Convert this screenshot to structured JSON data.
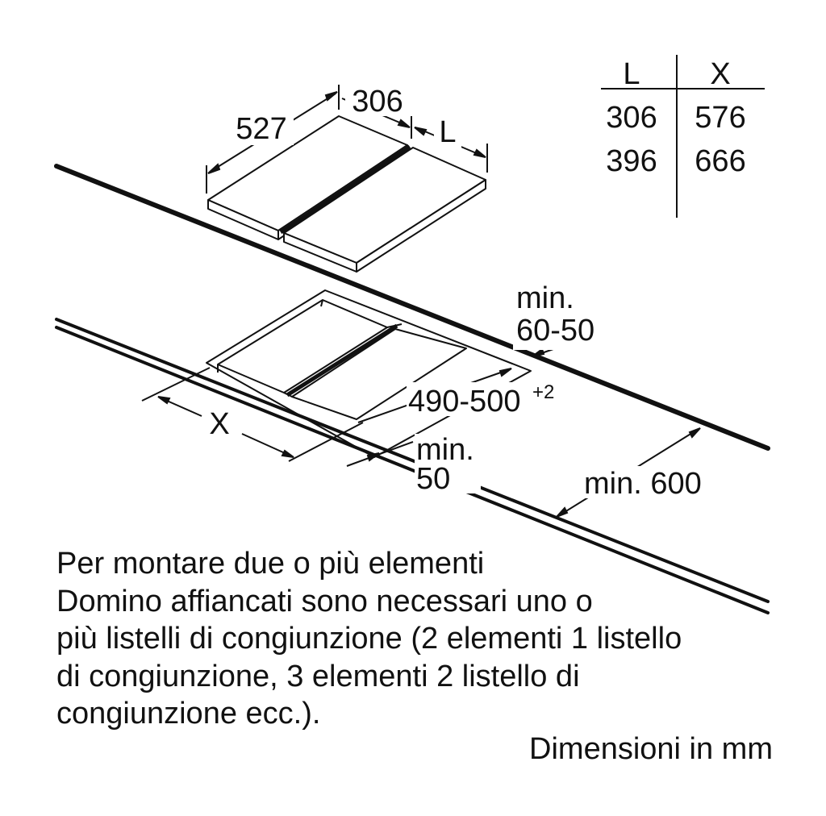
{
  "table": {
    "header": [
      "L",
      "X"
    ],
    "rows": [
      [
        "306",
        "576"
      ],
      [
        "396",
        "666"
      ]
    ]
  },
  "dimensions": {
    "width_527": "527",
    "width_306": "306",
    "width_L": "L",
    "cutout_X": "X",
    "min_60_50_line1": "min.",
    "min_60_50_line2": "60-50",
    "cutout_depth": "490-500",
    "cutout_depth_tolerance": "+2",
    "min_50_line1": "min.",
    "min_50_line2": "50",
    "min_600": "min. 600"
  },
  "note": {
    "lines": [
      "Per montare due o più elementi",
      "Domino affiancati sono necessari uno o",
      "più listelli di congiunzione (2 elementi 1 listello",
      "di congiunzione, 3 elementi 2 listello di",
      "congiunzione ecc.)."
    ]
  },
  "units": "Dimensioni in mm"
}
